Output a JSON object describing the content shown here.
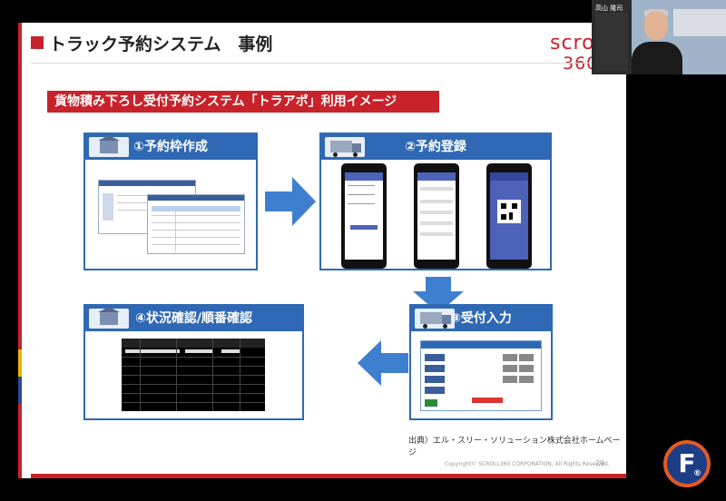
{
  "slide": {
    "title": "トラック予約システム　事例",
    "logo_top": "scro",
    "logo_bottom": "360",
    "banner": "貨物積み下ろし受付予約システム「トラアポ」利用イメージ",
    "panels": [
      {
        "label": "①予約枠作成"
      },
      {
        "label": "②予約登録"
      },
      {
        "label": "③受付入力"
      },
      {
        "label": "④状況確認/順番確認"
      }
    ],
    "source": "出典）エル・スリー・ソリューション株式会社ホームページ",
    "copyright": "Copyright© SCROLL360 CORPORATION, All Rights Reserved.",
    "page_number": "29"
  },
  "video": {
    "name": "高山 隆司"
  },
  "logo": {
    "letter": "F",
    "mark": "®"
  },
  "colors": {
    "accent_red": "#c8222b",
    "panel_blue": "#2f69b5",
    "logo_orange": "#e55a22",
    "logo_navy": "#1d3d85"
  }
}
